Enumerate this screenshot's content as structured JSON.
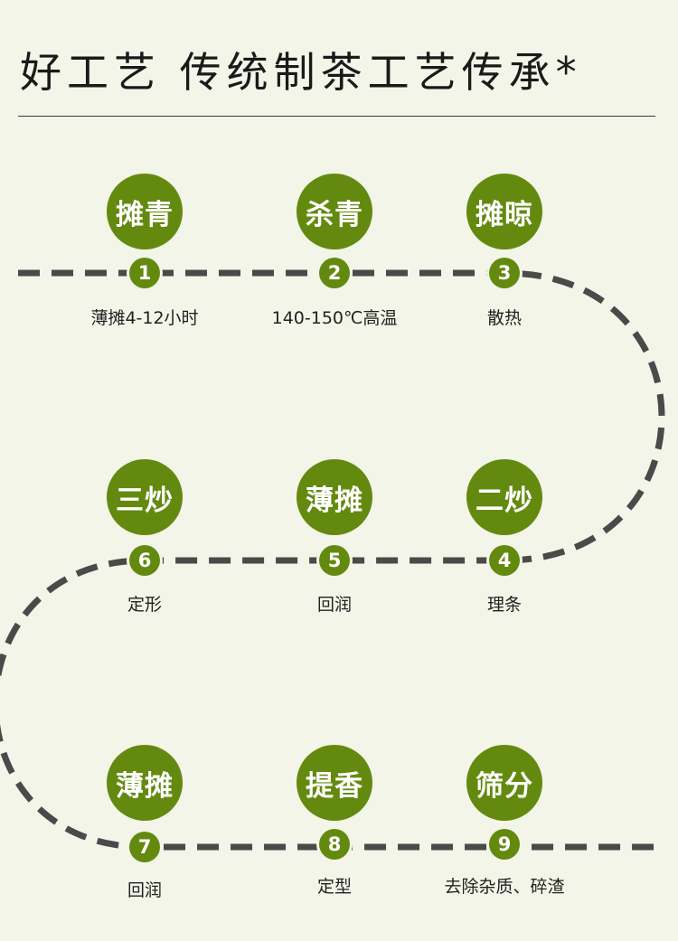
{
  "title": "好工艺  传统制茶工艺传承*",
  "colors": {
    "accent": "#638a0f",
    "path": "#4a4a4a",
    "background": "#f2f5e8"
  },
  "steps": [
    {
      "number": "1",
      "name": "摊青",
      "desc": "薄摊4-12小时"
    },
    {
      "number": "2",
      "name": "杀青",
      "desc": "140-150℃高温"
    },
    {
      "number": "3",
      "name": "摊晾",
      "desc": "散热"
    },
    {
      "number": "4",
      "name": "二炒",
      "desc": "理条"
    },
    {
      "number": "5",
      "name": "薄摊",
      "desc": "回润"
    },
    {
      "number": "6",
      "name": "三炒",
      "desc": "定形"
    },
    {
      "number": "7",
      "name": "薄摊",
      "desc": "回润"
    },
    {
      "number": "8",
      "name": "提香",
      "desc": "定型"
    },
    {
      "number": "9",
      "name": "筛分",
      "desc": "去除杂质、碎渣"
    }
  ]
}
